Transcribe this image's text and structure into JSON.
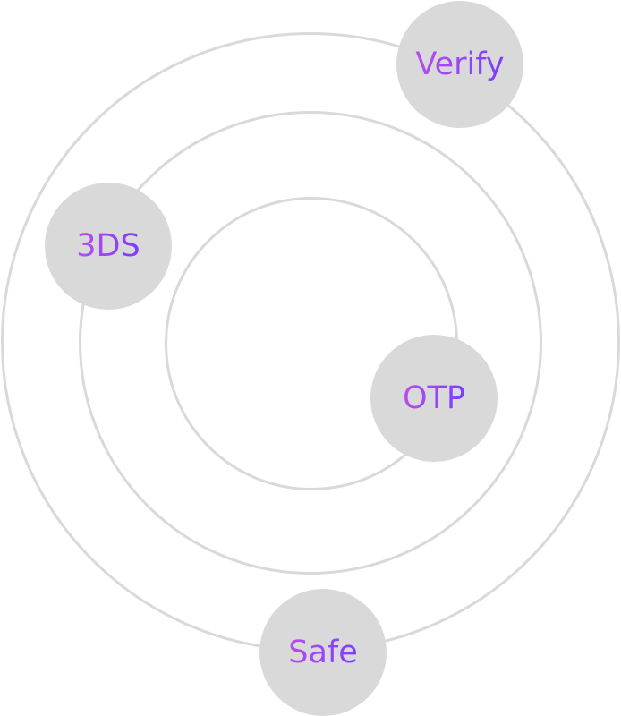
{
  "nodes": {
    "verify": {
      "label": "Verify"
    },
    "three_ds": {
      "label": "3DS"
    },
    "otp": {
      "label": "OTP"
    },
    "safe": {
      "label": "Safe"
    }
  },
  "colors": {
    "ring": "#d9d9d9",
    "node_fill": "#d9d9d9",
    "label_gradient_start": "#b84df0",
    "label_gradient_end": "#7a3dff"
  }
}
